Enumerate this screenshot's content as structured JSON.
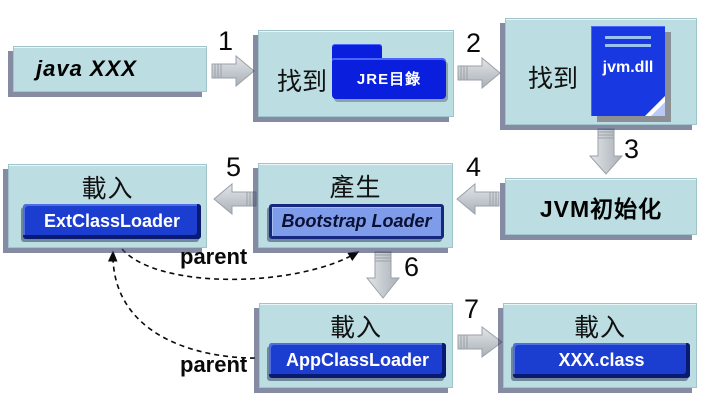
{
  "diagram": {
    "boxes": [
      {
        "id": "java-command",
        "label": "java XXX"
      },
      {
        "id": "find-jre-dir",
        "label": "找到",
        "icon": "folder-icon",
        "icon_label": "JRE目錄"
      },
      {
        "id": "find-jvm-dll",
        "label": "找到",
        "icon": "document-icon",
        "icon_label": "jvm.dll"
      },
      {
        "id": "jvm-init",
        "label": "JVM初始化"
      },
      {
        "id": "produce-bootstrap",
        "label": "產生",
        "chip_label": "Bootstrap Loader"
      },
      {
        "id": "load-extclassloader",
        "label": "載入",
        "chip_label": "ExtClassLoader"
      },
      {
        "id": "load-appclassloader",
        "label": "載入",
        "chip_label": "AppClassLoader"
      },
      {
        "id": "load-xxx-class",
        "label": "載入",
        "chip_label": "XXX.class"
      }
    ],
    "step_numbers": [
      "1",
      "2",
      "3",
      "4",
      "5",
      "6",
      "7"
    ],
    "parent_labels": [
      "parent",
      "parent"
    ],
    "colors": {
      "box_fill": "#bcdee2",
      "chip_blue": "#1c3ed0",
      "bootstrap_fill": "#7f9cea",
      "folder_blue": "#0a1edd",
      "document_blue": "#1838e2",
      "arrow_gray": "#c2c7cd",
      "box_shadow": "#3a4469"
    }
  }
}
